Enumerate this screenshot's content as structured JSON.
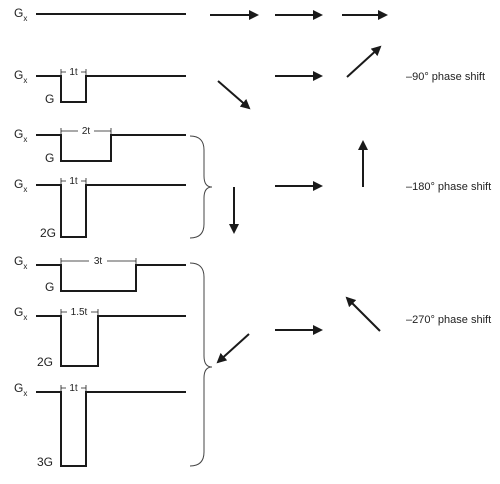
{
  "rows": [
    {
      "gx": "G",
      "gx_sub": "x"
    },
    {
      "gx": "G",
      "gx_sub": "x",
      "amp": "G",
      "dur": "1t"
    },
    {
      "gx": "G",
      "gx_sub": "x",
      "amp": "G",
      "dur": "2t"
    },
    {
      "gx": "G",
      "gx_sub": "x",
      "amp": "2G",
      "dur": "1t"
    },
    {
      "gx": "G",
      "gx_sub": "x",
      "amp": "G",
      "dur": "3t"
    },
    {
      "gx": "G",
      "gx_sub": "x",
      "amp": "2G",
      "dur": "1.5t"
    },
    {
      "gx": "G",
      "gx_sub": "x",
      "amp": "3G",
      "dur": "1t"
    }
  ],
  "phases": [
    "–90° phase shift",
    "–180° phase shift",
    "–270° phase shift"
  ]
}
